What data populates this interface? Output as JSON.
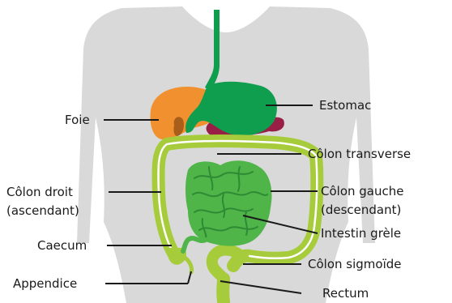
{
  "labels": {
    "foie": "Foie",
    "estomac": "Estomac",
    "colon_transverse": "Côlon transverse",
    "colon_droit_1": "Côlon droit",
    "colon_droit_2": "(ascendant)",
    "colon_gauche_1": "Côlon gauche",
    "colon_gauche_2": "(descendant)",
    "intestin_grele": "Intestin grèle",
    "caecum": "Caecum",
    "colon_sigmoide": "Côlon sigmoïde",
    "appendice": "Appendice",
    "rectum": "Rectum"
  },
  "colors": {
    "torso": "#d9d9d9",
    "liver": "#f0902f",
    "liver_dark": "#a95e1a",
    "stomach": "#0f9e4e",
    "pancreas": "#9a1f46",
    "colon": "#a6cc3c",
    "colon_outline": "#8ab62a",
    "small_intestine": "#4fb548",
    "small_intestine_dark": "#2e8a35"
  }
}
